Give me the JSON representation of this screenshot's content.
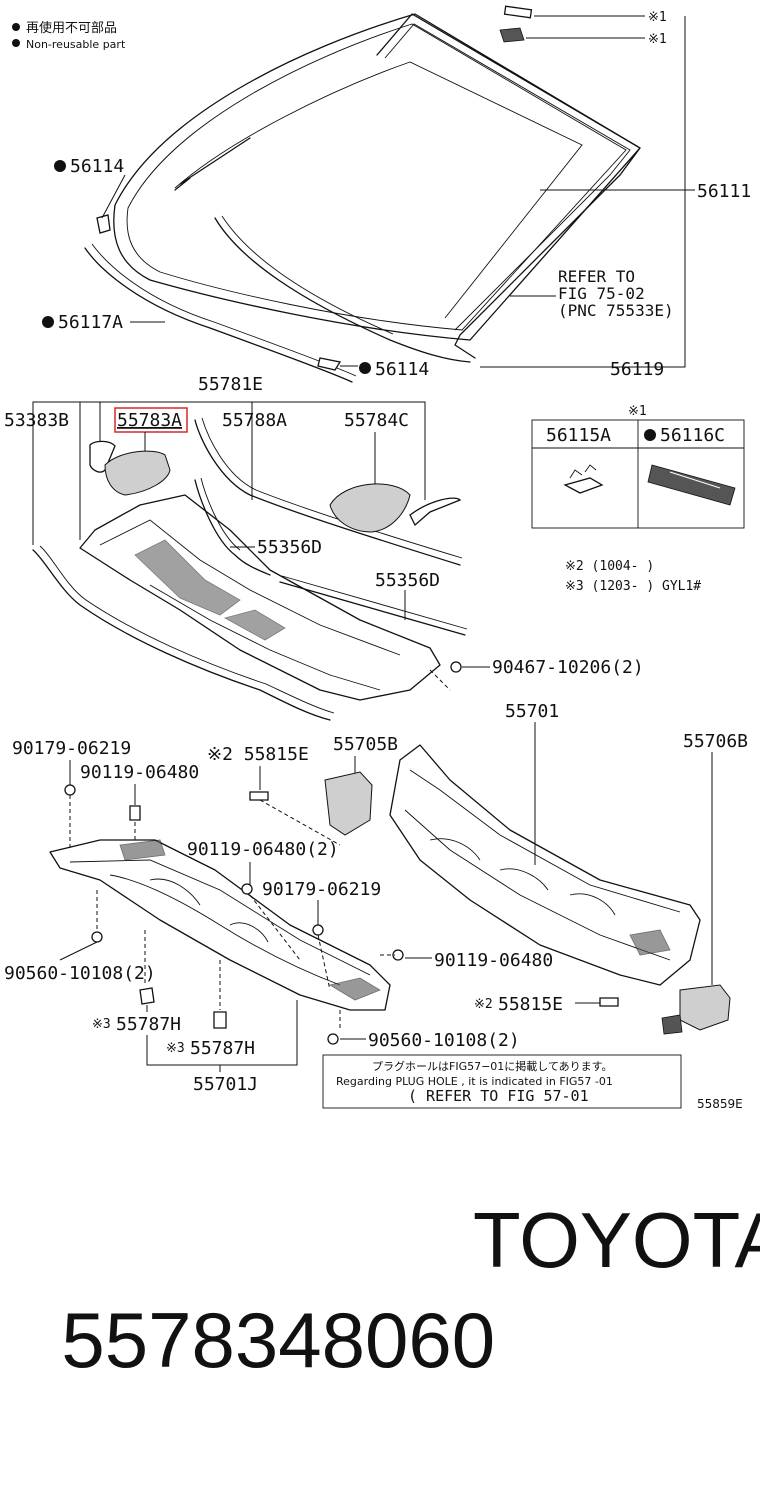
{
  "legend": {
    "reusable_jp": "再使用不可部品",
    "reusable_en": "Non-reusable part"
  },
  "labels": {
    "mark1": "※1",
    "p56111": "56111",
    "p56114": "56114",
    "p56117A": "56117A",
    "p56114b": "56114",
    "p56119": "56119",
    "refer1": "REFER TO",
    "refer2": "FIG 75-02",
    "refer3": "(PNC 75533E)",
    "p55781E": "55781E",
    "p53383B": "53383B",
    "p55783A": "55783A",
    "p55788A": "55788A",
    "p55784C": "55784C",
    "p55356D_a": "55356D",
    "p55356D_b": "55356D",
    "p90467": "90467-10206(2)",
    "inset_mark": "※1",
    "p56115A": "56115A",
    "p56116C": "56116C",
    "note2": "※2 (1004-      )",
    "note3": "※3 (1203-      ) GYL1#",
    "p55701": "55701",
    "p90179a": "90179-06219",
    "p90119a": "90119-06480",
    "p55815E_a": "※2 55815E",
    "p55705B": "55705B",
    "p55706B": "55706B",
    "p90119b": "90119-06480(2)",
    "p90179b": "90179-06219",
    "p90560a": "90560-10108(2)",
    "p90119c": "90119-06480",
    "p55815E_b": "55815E",
    "p55787H_a": "55787H",
    "p55787H_b": "55787H",
    "p90560b": "90560-10108(2)",
    "p55701J": "55701J",
    "plug_jp": "プラグホールはFIG57−01に掲載してあります。",
    "plug_en": "Regarding  PLUG  HOLE , it  is  indicated  in  FIG57 -01",
    "plug_ref": "( REFER TO FIG 57-01",
    "fig_code": "55859E"
  },
  "footer": {
    "part_number": "5578348060",
    "brand": "TOYOTA"
  },
  "highlight_color": "#d62828"
}
